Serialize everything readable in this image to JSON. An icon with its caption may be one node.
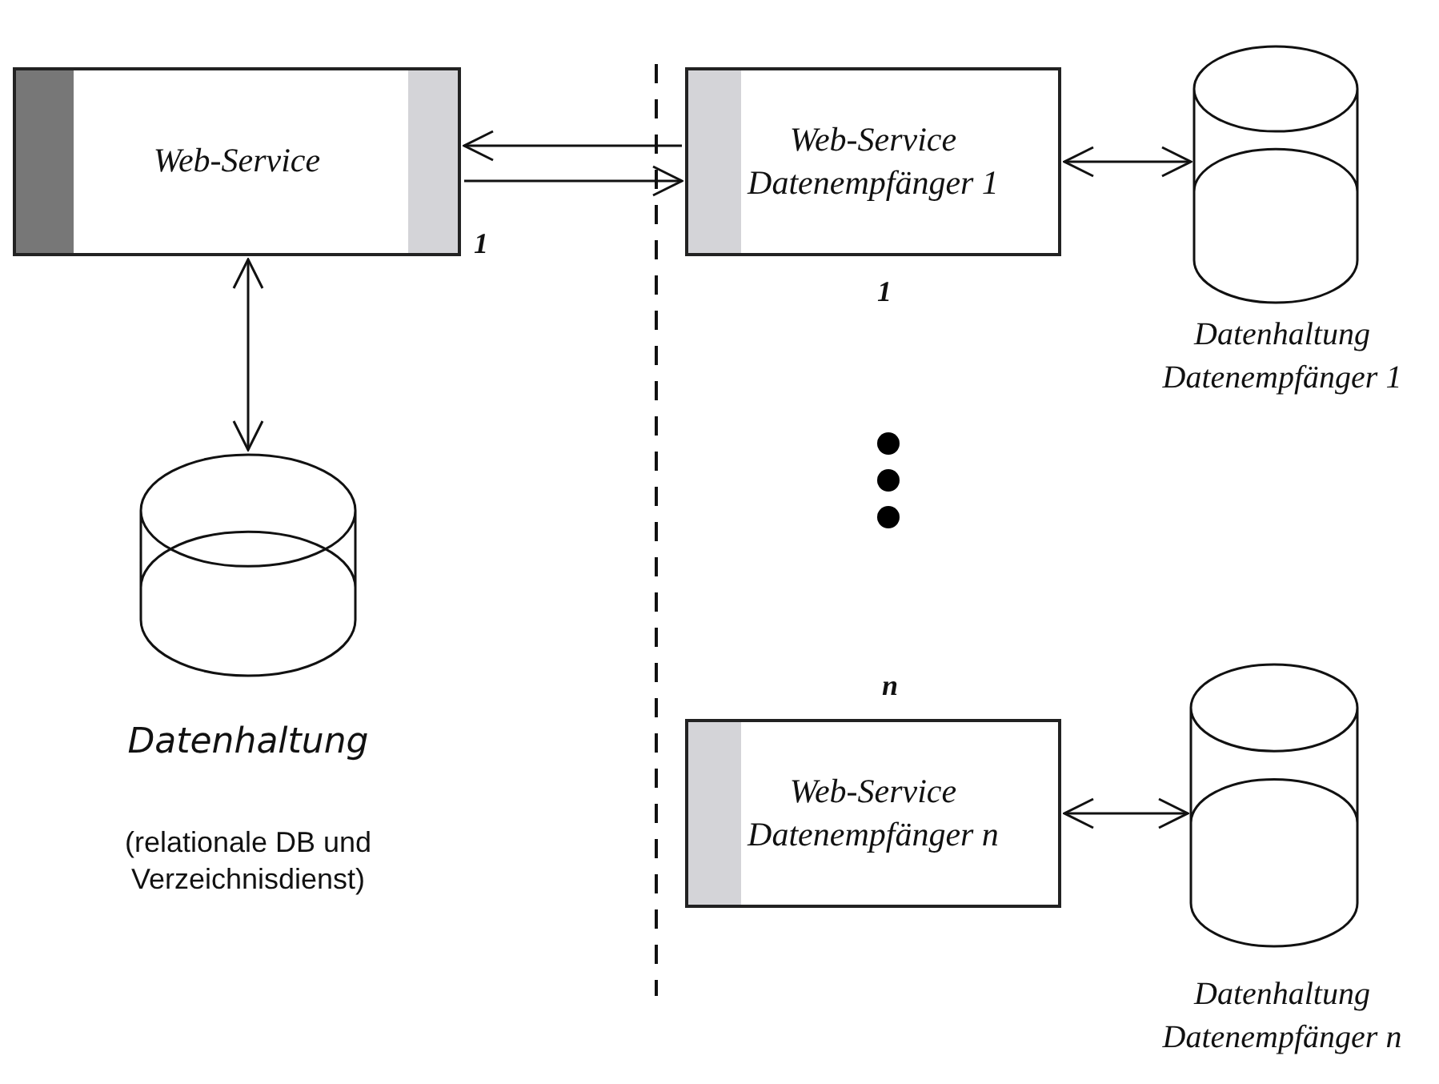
{
  "diagram": {
    "nodes": [
      {
        "text": [
          "Web-Service"
        ],
        "beside": [
          "1"
        ]
      },
      {
        "text": [
          "Datenhaltung",
          "(relationale DB und Verzeichnisdienst)"
        ]
      },
      {
        "text": [
          "Web-Service Datenempfänger 1"
        ],
        "beside": [
          "1"
        ]
      },
      {
        "text": [
          "Datenhaltung Datenempfänger 1"
        ]
      },
      {
        "text": [
          "Web-Service Datenempfänger n"
        ],
        "beside": [
          "n"
        ]
      },
      {
        "text": [
          "Datenhaltung Datenempfänger n"
        ]
      }
    ],
    "edges": [
      {
        "from": 0,
        "to": 1,
        "arrow": "both"
      },
      {
        "from": 2,
        "to": 0,
        "arrow": "to"
      },
      {
        "from": 0,
        "to": 2,
        "arrow": "to"
      },
      {
        "from": 2,
        "to": 3,
        "arrow": "both"
      },
      {
        "from": 4,
        "to": 5,
        "arrow": "both"
      }
    ]
  }
}
